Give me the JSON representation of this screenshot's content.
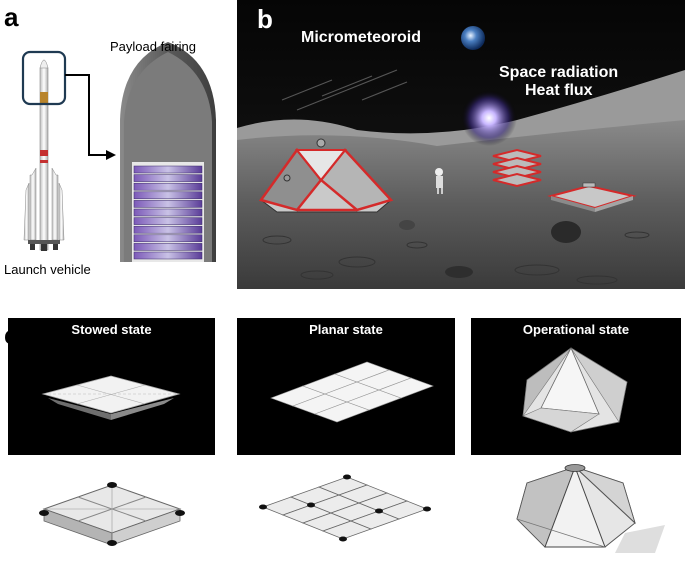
{
  "panel_a": {
    "letter": "a",
    "fairing_label": "Payload fairing",
    "vehicle_label": "Launch vehicle"
  },
  "panel_b": {
    "letter": "b",
    "labels": {
      "micrometeoroid": "Micrometeoroid",
      "radiation": "Space radiation",
      "heat": "Heat flux"
    }
  },
  "panel_c": {
    "letter": "c",
    "states": [
      {
        "title": "Stowed state"
      },
      {
        "title": "Planar state"
      },
      {
        "title": "Operational state"
      }
    ]
  },
  "colors": {
    "habitat_red": "#d42a2a",
    "stack_purple": "#6a3fa0",
    "fairing_gray": "#5f5f5f"
  }
}
